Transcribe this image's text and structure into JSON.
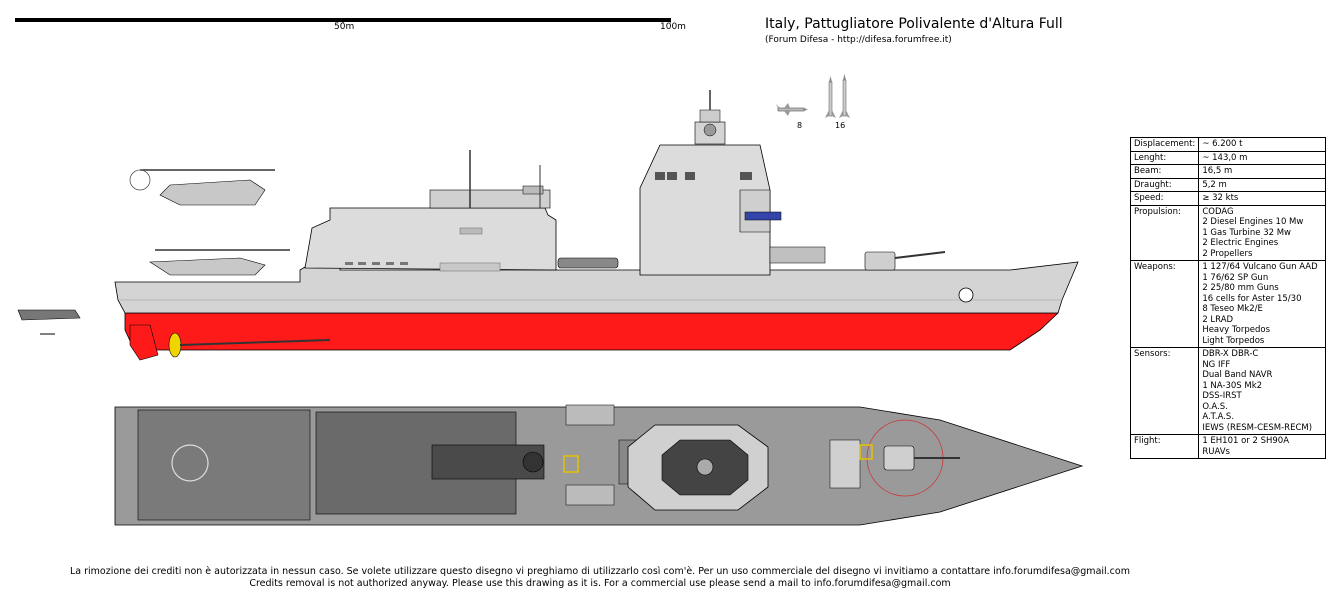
{
  "title": "Italy, Pattugliatore Polivalente d'Altura Full",
  "subtitle": "(Forum Difesa - http://difesa.forumfree.it)",
  "scale": {
    "labels": [
      "50m",
      "100m"
    ]
  },
  "weapons_legend": {
    "teseo_count": "8",
    "aster_count": "16"
  },
  "specs": [
    {
      "key": "Displacement:",
      "lines": [
        "~ 6.200 t"
      ]
    },
    {
      "key": "Lenght:",
      "lines": [
        "~ 143,0 m"
      ]
    },
    {
      "key": "Beam:",
      "lines": [
        "16,5 m"
      ]
    },
    {
      "key": "Draught:",
      "lines": [
        "5,2 m"
      ]
    },
    {
      "key": "Speed:",
      "lines": [
        "≥ 32 kts"
      ]
    },
    {
      "key": "Propulsion:",
      "lines": [
        "CODAG",
        "2 Diesel Engines 10 Mw",
        "1 Gas Turbine 32 Mw",
        "2 Electric Engines",
        "2 Propellers"
      ]
    },
    {
      "key": "Weapons:",
      "lines": [
        "1 127/64 Vulcano Gun AAD",
        "1 76/62 SP Gun",
        "2 25/80 mm Guns",
        "16 cells for Aster 15/30",
        "8 Teseo Mk2/E",
        "2 LRAD",
        "Heavy Torpedos",
        "Light Torpedos"
      ]
    },
    {
      "key": "Sensors:",
      "lines": [
        "DBR-X DBR-C",
        "NG IFF",
        "Dual Band NAVR",
        "1 NA-30S Mk2",
        "DSS-IRST",
        "O.A.S.",
        "A.T.A.S.",
        "IEWS (RESM-CESM-RECM)"
      ]
    },
    {
      "key": "Flight:",
      "lines": [
        "1 EH101 or 2 SH90A",
        "RUAVs"
      ]
    }
  ],
  "credits": {
    "italian": "La rimozione dei crediti non è autorizzata in nessun caso. Se volete utilizzare questo disegno vi preghiamo di utilizzarlo così com'è. Per un uso commerciale del disegno vi invitiamo a contattare info.forumdifesa@gmail.com",
    "english": "Credits removal is not authorized anyway. Please use this drawing as it is. For a commercial use please send a mail to info.forumdifesa@gmail.com"
  },
  "colors": {
    "hull_grey": "#d4d4d4",
    "superstructure": "#dcdcdc",
    "antifouling_red": "#ff1a1a",
    "deck_dark": "#6a6a6a",
    "deck_mid": "#9a9a9a",
    "propeller": "#f0d400"
  }
}
